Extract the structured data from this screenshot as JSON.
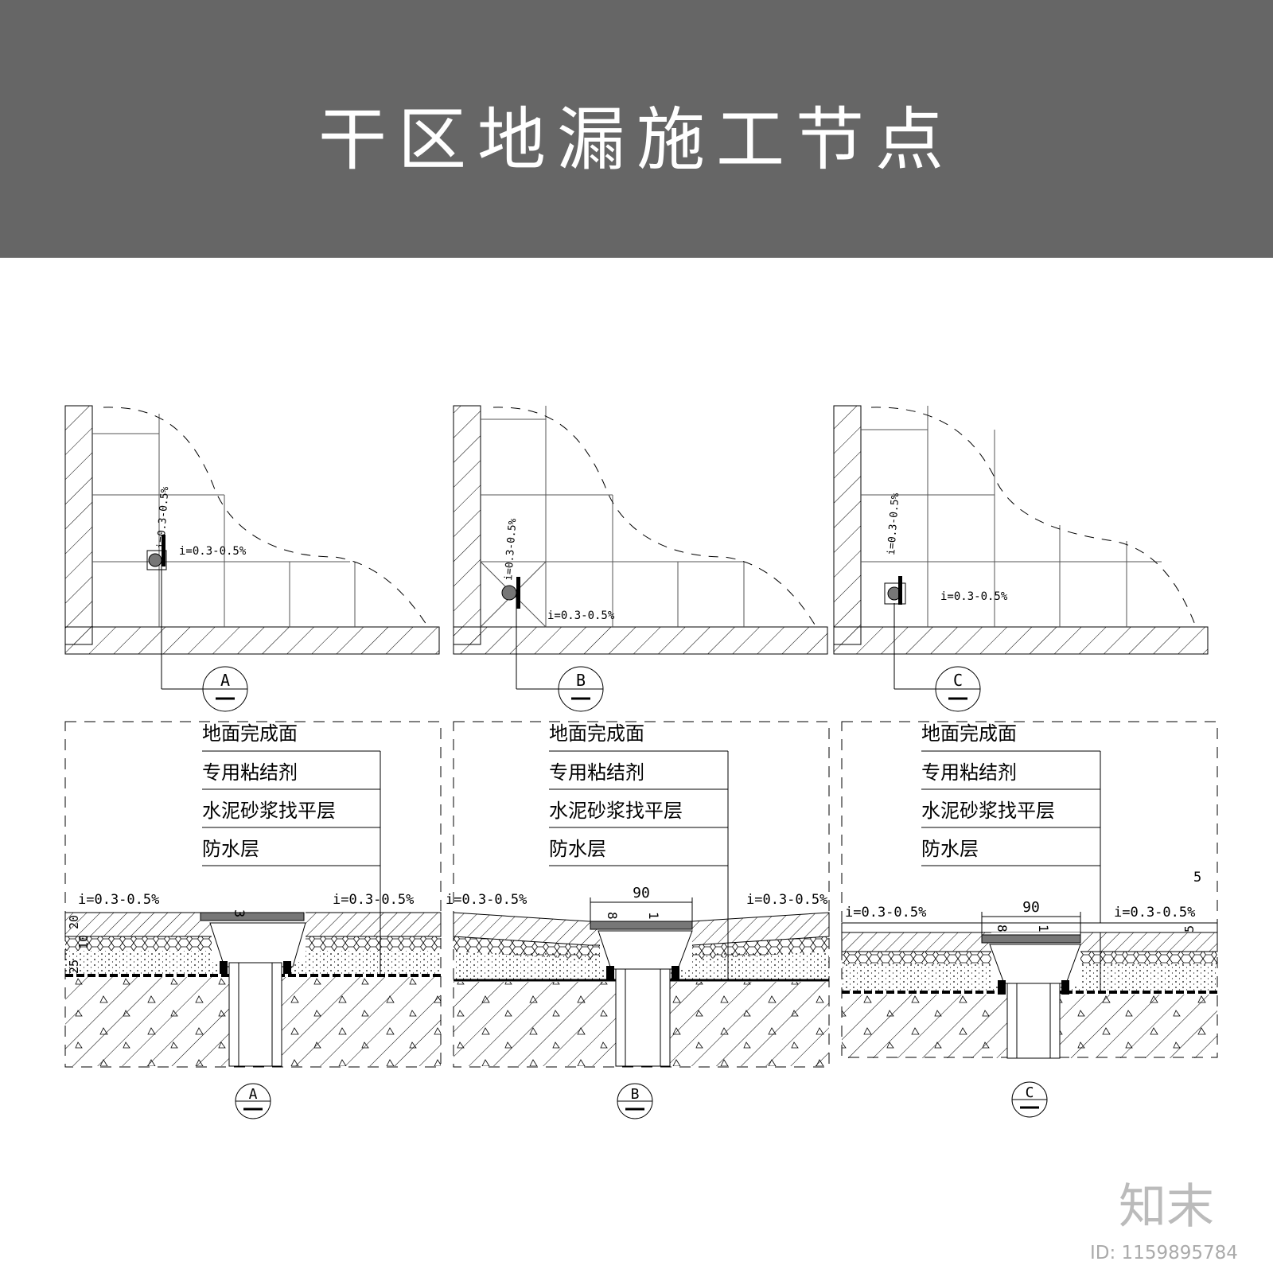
{
  "header": {
    "title": "干区地漏施工节点"
  },
  "slope_label": "i=0.3-0.5%",
  "details": [
    {
      "id": "A",
      "layers": [
        "地面完成面",
        "专用粘结剂",
        "水泥砂浆找平层",
        "防水层"
      ],
      "dims": {
        "top": "3",
        "left": [
          "20",
          "10",
          "25"
        ]
      }
    },
    {
      "id": "B",
      "layers": [
        "地面完成面",
        "专用粘结剂",
        "水泥砂浆找平层",
        "防水层"
      ],
      "dims": {
        "width": "90",
        "a": "8",
        "b": "1"
      }
    },
    {
      "id": "C",
      "layers": [
        "地面完成面",
        "专用粘结剂",
        "水泥砂浆找平层",
        "防水层"
      ],
      "dims": {
        "width": "90",
        "a": "8",
        "b": "1",
        "c": "5",
        "d": "5"
      }
    }
  ],
  "watermark": {
    "brand": "知末",
    "id_text": "ID: 1159895784"
  }
}
